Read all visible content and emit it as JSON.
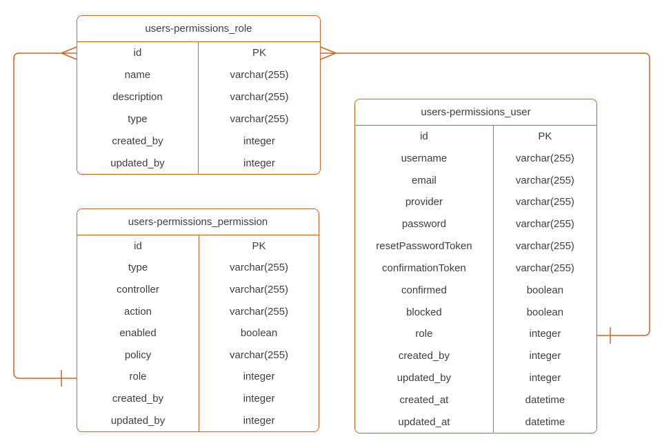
{
  "diagram": {
    "background_color": "#ffffff",
    "accent_color": "#ce6520",
    "text_color": "#3e3e3e"
  },
  "tables": [
    {
      "title": "users-permissions_role",
      "fields": [
        {
          "name": "id",
          "type": "PK"
        },
        {
          "name": "name",
          "type": "varchar(255)"
        },
        {
          "name": "description",
          "type": "varchar(255)"
        },
        {
          "name": "type",
          "type": "varchar(255)"
        },
        {
          "name": "created_by",
          "type": "integer"
        },
        {
          "name": "updated_by",
          "type": "integer"
        }
      ]
    },
    {
      "title": "users-permissions_permission",
      "fields": [
        {
          "name": "id",
          "type": "PK"
        },
        {
          "name": "type",
          "type": "varchar(255)"
        },
        {
          "name": "controller",
          "type": "varchar(255)"
        },
        {
          "name": "action",
          "type": "varchar(255)"
        },
        {
          "name": "enabled",
          "type": "boolean"
        },
        {
          "name": "policy",
          "type": "varchar(255)"
        },
        {
          "name": "role",
          "type": "integer"
        },
        {
          "name": "created_by",
          "type": "integer"
        },
        {
          "name": "updated_by",
          "type": "integer"
        }
      ]
    },
    {
      "title": "users-permissions_user",
      "fields": [
        {
          "name": "id",
          "type": "PK"
        },
        {
          "name": "username",
          "type": "varchar(255)"
        },
        {
          "name": "email",
          "type": "varchar(255)"
        },
        {
          "name": "provider",
          "type": "varchar(255)"
        },
        {
          "name": "password",
          "type": "varchar(255)"
        },
        {
          "name": "resetPasswordToken",
          "type": "varchar(255)"
        },
        {
          "name": "confirmationToken",
          "type": "varchar(255)"
        },
        {
          "name": "confirmed",
          "type": "boolean"
        },
        {
          "name": "blocked",
          "type": "boolean"
        },
        {
          "name": "role",
          "type": "integer"
        },
        {
          "name": "created_by",
          "type": "integer"
        },
        {
          "name": "updated_by",
          "type": "integer"
        },
        {
          "name": "created_at",
          "type": "datetime"
        },
        {
          "name": "updated_at",
          "type": "datetime"
        }
      ]
    }
  ],
  "relationships": [
    {
      "from_table": "users-permissions_role",
      "from_field": "id",
      "from_cardinality": "many",
      "to_table": "users-permissions_permission",
      "to_field": "role",
      "to_cardinality": "one"
    },
    {
      "from_table": "users-permissions_role",
      "from_field": "id",
      "from_cardinality": "many",
      "to_table": "users-permissions_user",
      "to_field": "role",
      "to_cardinality": "one"
    }
  ]
}
